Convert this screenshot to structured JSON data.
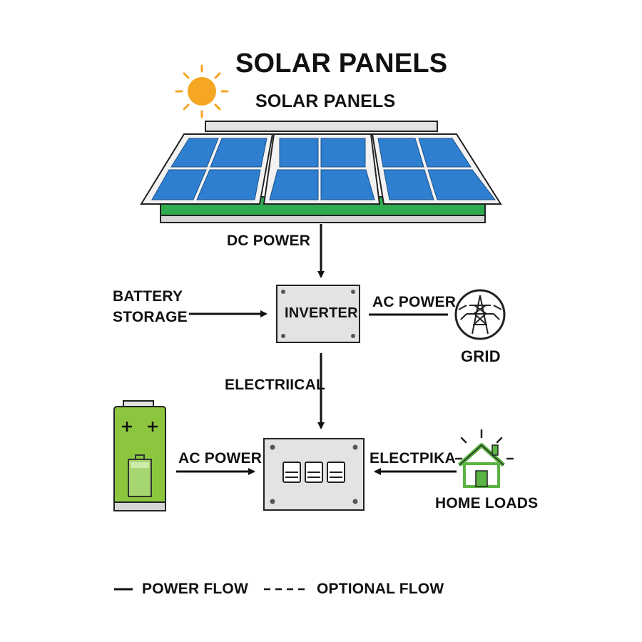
{
  "title": "SOLAR PANELS",
  "subtitle": "SOLAR PANELS",
  "labels": {
    "dc_power": "DC POWER",
    "battery_storage_line1": "BATTERY",
    "battery_storage_line2": "STORAGE",
    "inverter": "INVERTER",
    "ac_power_grid": "AC POWER",
    "grid": "GRID",
    "electrical_top": "ELECTRIICAL",
    "ac_power_battery": "AC POWER",
    "electrical_home": "ELECTPIKA",
    "home_loads": "HOME LOADS"
  },
  "legend": {
    "power_flow": "POWER FLOW",
    "optional_flow": "OPTIONAL FLOW"
  },
  "icons": [
    "sun-icon",
    "solar-panel-icon",
    "inverter-box",
    "transmission-tower-icon",
    "battery-icon",
    "breaker-panel-icon",
    "house-icon"
  ],
  "colors": {
    "sun": "#F5A623",
    "panel_cell": "#2F7FD0",
    "panel_base": "#2EAA4F",
    "battery": "#8CC63F",
    "house": "#5BB342",
    "box_fill": "#E3E3E3",
    "line": "#111111"
  }
}
